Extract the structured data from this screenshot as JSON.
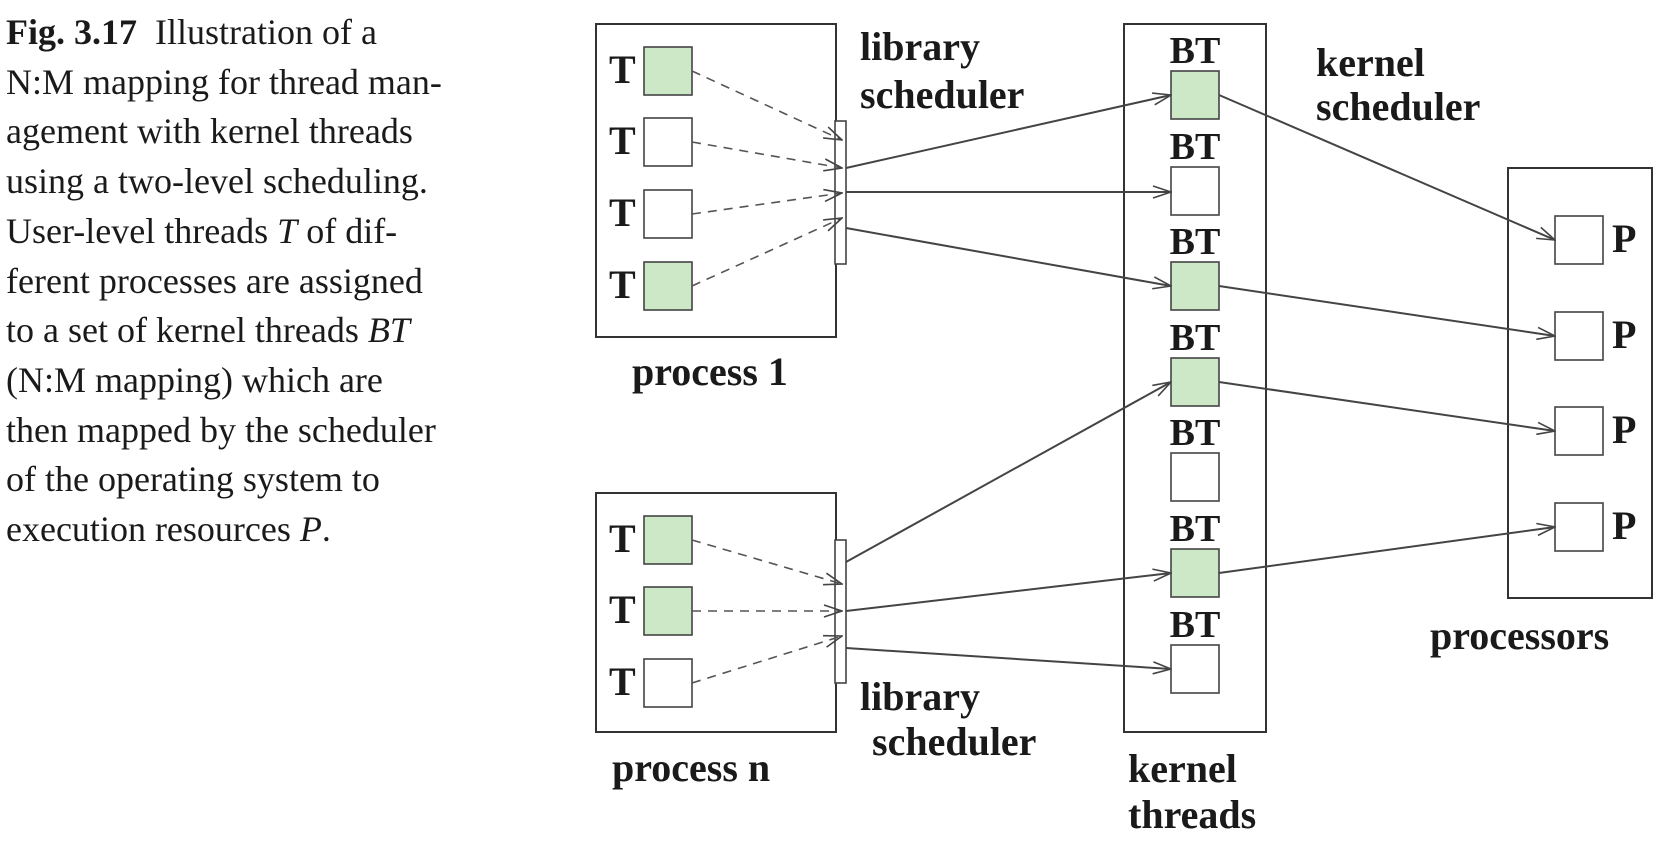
{
  "caption": {
    "fig_label": "Fig. 3.17",
    "lines": [
      "Illustration of a",
      "N:M mapping for thread man-",
      "agement with kernel threads",
      "using a two-level scheduling.",
      "User-level threads",
      "of dif-",
      "ferent processes are assigned",
      "to a set of kernel threads",
      "(N:M mapping) which are",
      "then mapped by the scheduler",
      "of the operating system to",
      "execution resources",
      "."
    ],
    "symbol_t": "T",
    "symbol_bt": "BT",
    "symbol_p": "P"
  },
  "diagram": {
    "process_1": {
      "label": "process 1",
      "threads": [
        {
          "label": "T",
          "active": true
        },
        {
          "label": "T",
          "active": false
        },
        {
          "label": "T",
          "active": false
        },
        {
          "label": "T",
          "active": true
        }
      ]
    },
    "process_n": {
      "label": "process n",
      "threads": [
        {
          "label": "T",
          "active": true
        },
        {
          "label": "T",
          "active": true
        },
        {
          "label": "T",
          "active": false
        }
      ]
    },
    "library_scheduler_top": [
      "library",
      "scheduler"
    ],
    "library_scheduler_bottom": [
      "library",
      "scheduler"
    ],
    "kernel_scheduler": [
      "kernel",
      "scheduler"
    ],
    "kernel_threads_label": [
      "kernel",
      "threads"
    ],
    "kernel_threads": [
      {
        "label": "BT",
        "active": true
      },
      {
        "label": "BT",
        "active": false
      },
      {
        "label": "BT",
        "active": true
      },
      {
        "label": "BT",
        "active": true
      },
      {
        "label": "BT",
        "active": false
      },
      {
        "label": "BT",
        "active": true
      },
      {
        "label": "BT",
        "active": false
      }
    ],
    "processors_label": "processors",
    "processors": [
      {
        "label": "P"
      },
      {
        "label": "P"
      },
      {
        "label": "P"
      },
      {
        "label": "P"
      }
    ],
    "colors": {
      "active_fill": "#cde8c7",
      "inactive_fill": "#ffffff",
      "line": "#444444"
    }
  }
}
